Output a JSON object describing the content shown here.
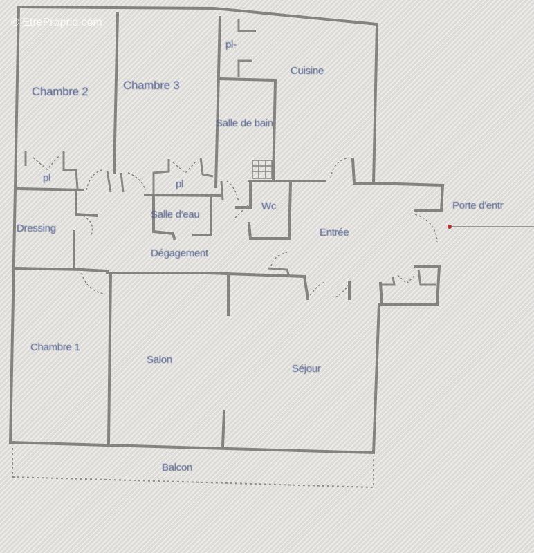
{
  "watermark": "© EtreProprio.com",
  "rooms": {
    "chambre_2": "Chambre 2",
    "chambre_3": "Chambre 3",
    "cuisine": "Cuisine",
    "salle_de_bain": "Salle de bain",
    "placard_top": "pl-",
    "placard_ch2": "pl",
    "placard_ch3": "pl",
    "dressing": "Dressing",
    "salle_d_eau": "Salle d'eau",
    "wc": "Wc",
    "degagement": "Dégagement",
    "entree": "Entrée",
    "chambre_1": "Chambre 1",
    "salon": "Salon",
    "sejour": "Séjour",
    "balcon": "Balcon"
  },
  "annotations": {
    "entrance_label": "Porte d'entr",
    "entrance_arrow_color": "#c0303a"
  },
  "colors": {
    "wall": "#85837f",
    "label": "#4d5a8a",
    "background": "#e3e2de"
  }
}
